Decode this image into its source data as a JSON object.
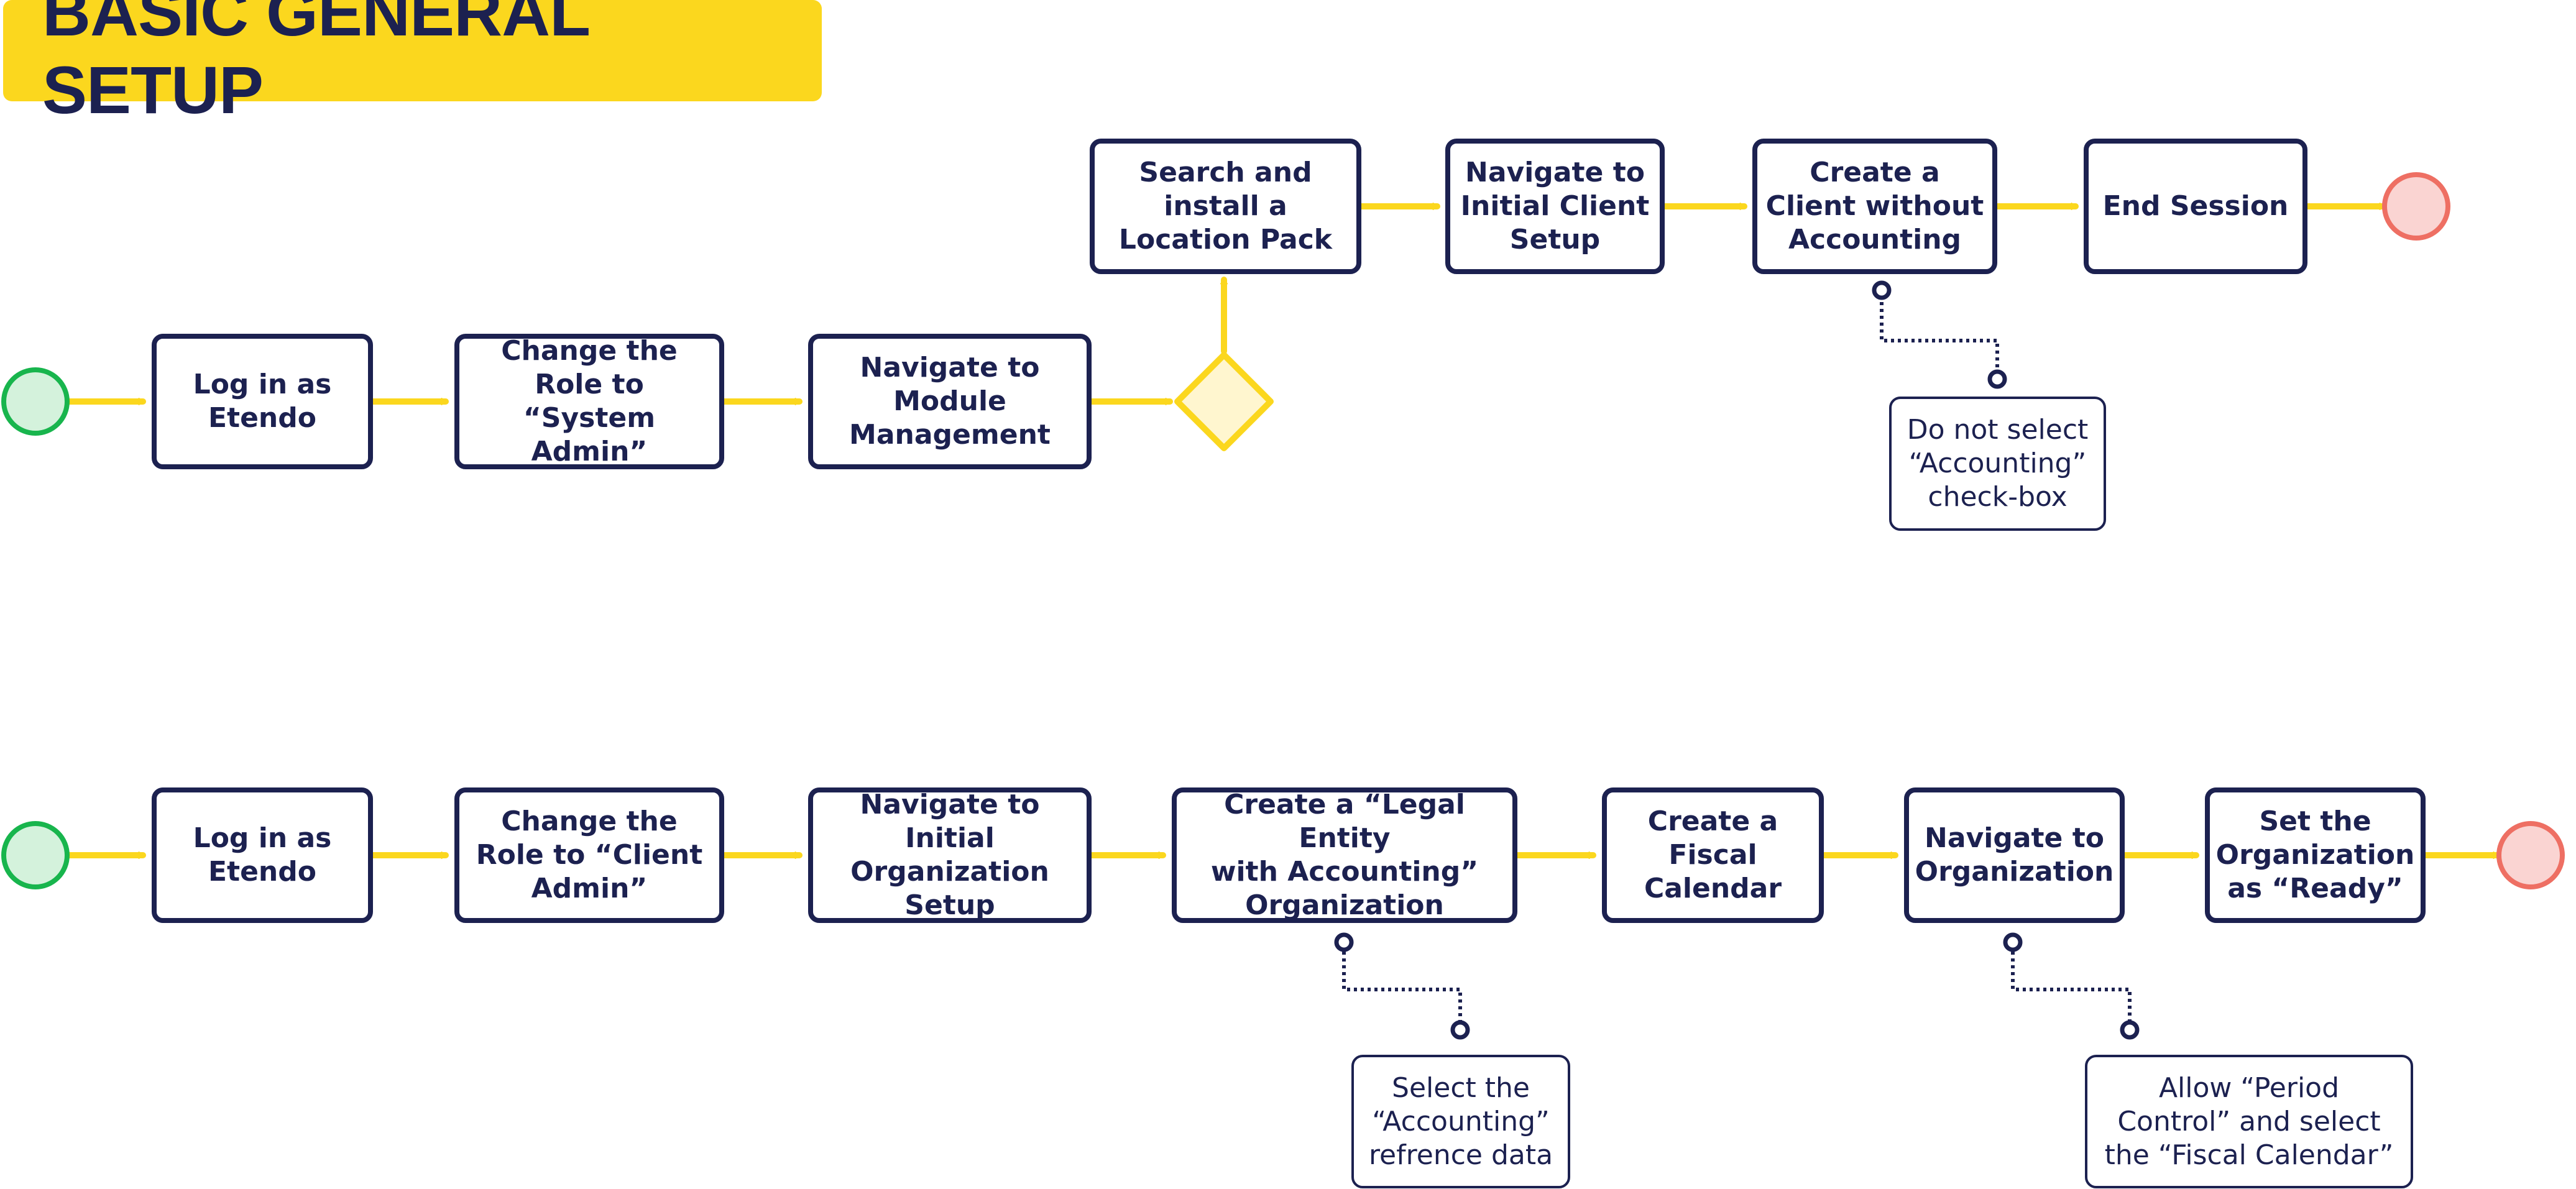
{
  "title": "BASIC GENERAL SETUP",
  "colors": {
    "navy": "#1C2150",
    "yellow": "#FBD71E",
    "start_fill": "#D4F2DC",
    "start_stroke": "#18B54D",
    "end_fill": "#FAD4D2",
    "end_stroke": "#EE6F63",
    "decision_fill": "#FFF6CF"
  },
  "flow1": {
    "steps": {
      "login": "Log in as\nEtendo",
      "change_role": "Change the\nRole to “System\nAdmin”",
      "module_mgmt": "Navigate to\nModule\nManagement",
      "location_pack": "Search and\ninstall a\nLocation Pack",
      "initial_client": "Navigate to\nInitial Client\nSetup",
      "create_client": "Create a\nClient without\nAccounting",
      "end_session": "End Session"
    },
    "notes": {
      "accounting_checkbox": "Do not select\n“Accounting”\ncheck-box"
    }
  },
  "flow2": {
    "steps": {
      "login": "Log in as\nEtendo",
      "change_role": "Change the\nRole to “Client\nAdmin”",
      "initial_org": "Navigate to Initial\nOrganization\nSetup",
      "legal_entity": "Create a “Legal Entity\nwith Accounting”\nOrganization",
      "fiscal_calendar": "Create a\nFiscal\nCalendar",
      "organization": "Navigate to\nOrganization",
      "set_ready": "Set the\nOrganization\nas “Ready”"
    },
    "notes": {
      "reference_data": "Select the\n“Accounting”\nrefrence data",
      "period_control": "Allow “Period\nControl” and select\nthe “Fiscal Calendar”"
    }
  }
}
